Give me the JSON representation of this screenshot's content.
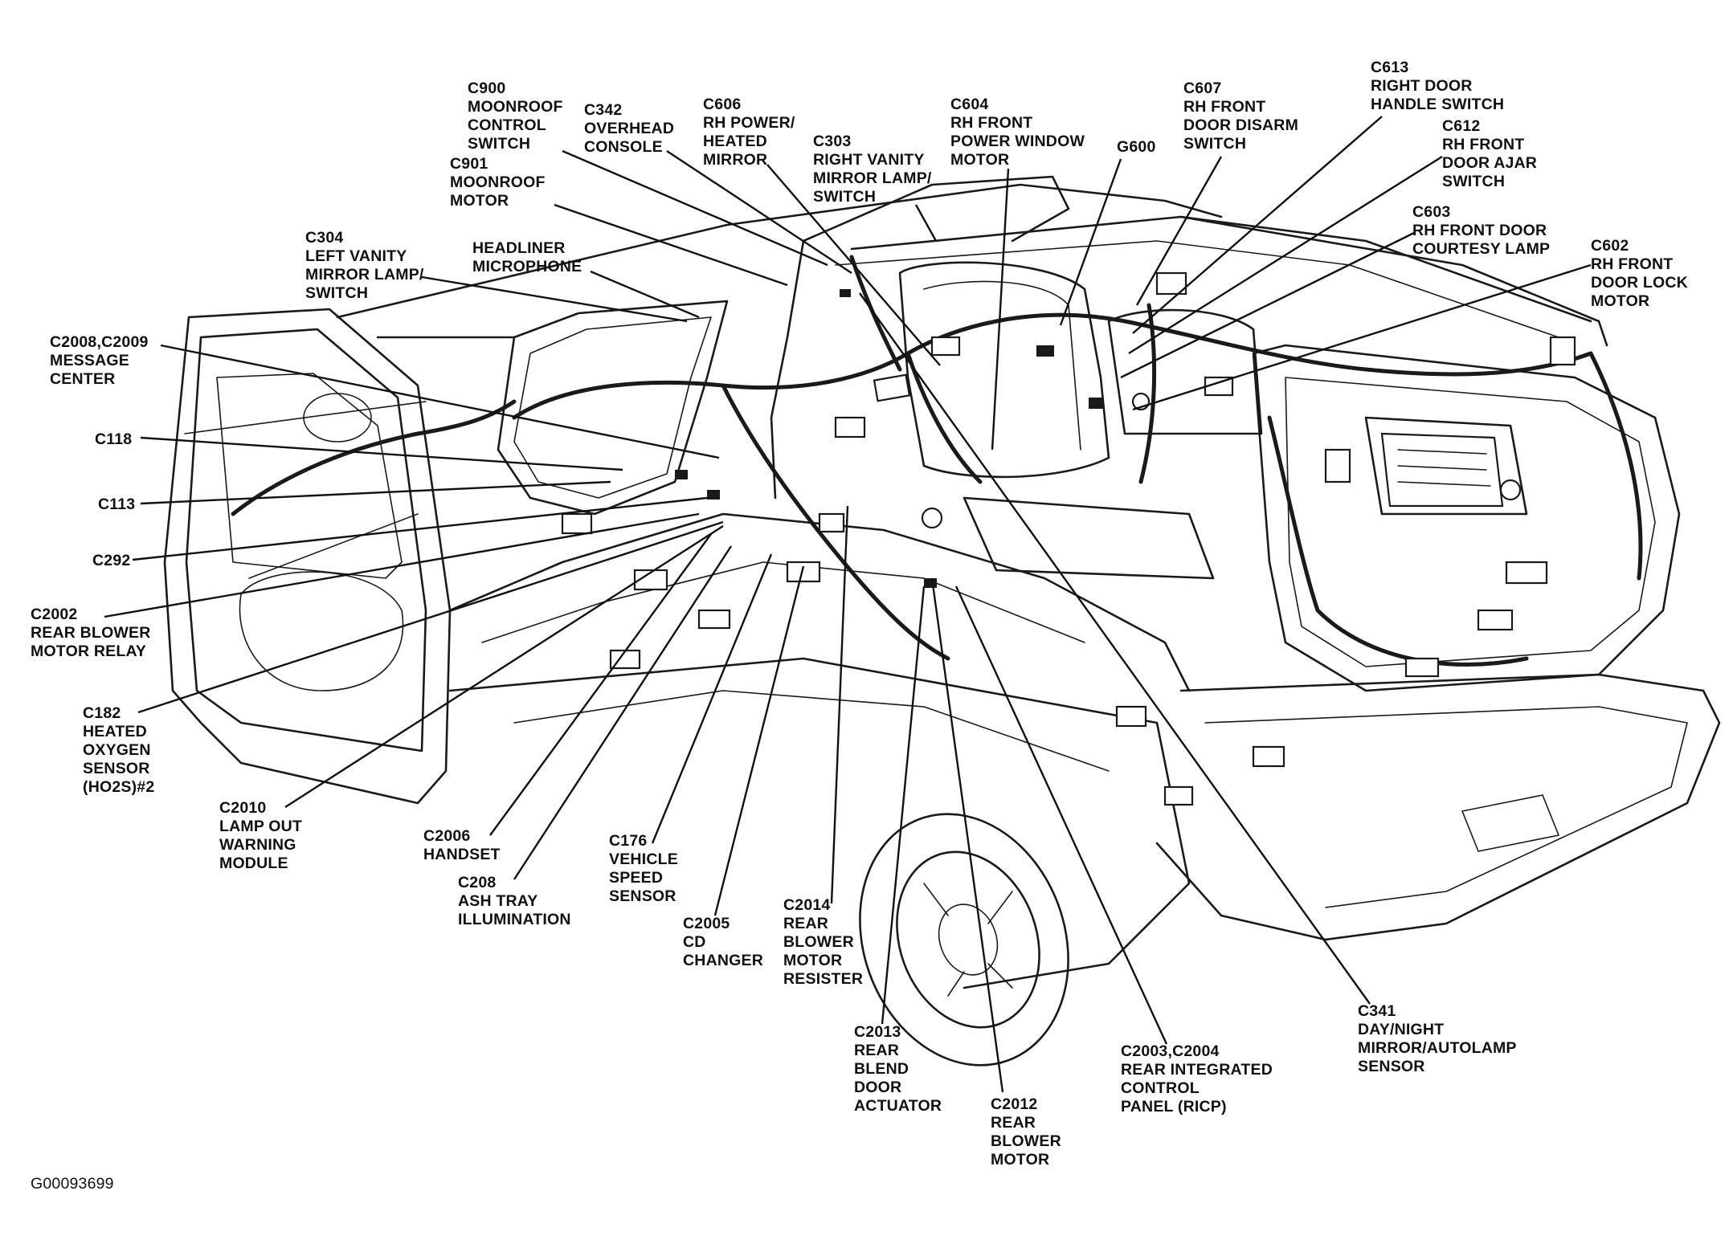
{
  "figure_id": "G00093699",
  "callouts": [
    {
      "id": "c900",
      "lines": [
        "C900",
        "MOONROOF",
        "CONTROL",
        "SWITCH"
      ]
    },
    {
      "id": "c342",
      "lines": [
        "C342",
        "OVERHEAD",
        "CONSOLE"
      ]
    },
    {
      "id": "c606",
      "lines": [
        "C606",
        "RH POWER/",
        "HEATED",
        "MIRROR"
      ]
    },
    {
      "id": "c303",
      "lines": [
        "C303",
        "RIGHT VANITY",
        "MIRROR LAMP/",
        "SWITCH"
      ]
    },
    {
      "id": "c604",
      "lines": [
        "C604",
        "RH FRONT",
        "POWER WINDOW",
        "MOTOR"
      ]
    },
    {
      "id": "g600",
      "lines": [
        "G600"
      ]
    },
    {
      "id": "c607",
      "lines": [
        "C607",
        "RH FRONT",
        "DOOR DISARM",
        "SWITCH"
      ]
    },
    {
      "id": "c613",
      "lines": [
        "C613",
        "RIGHT DOOR",
        "HANDLE SWITCH"
      ]
    },
    {
      "id": "c612",
      "lines": [
        "C612",
        "RH FRONT",
        "DOOR AJAR",
        "SWITCH"
      ]
    },
    {
      "id": "c603",
      "lines": [
        "C603",
        "RH FRONT DOOR",
        "COURTESY LAMP"
      ]
    },
    {
      "id": "c602",
      "lines": [
        "C602",
        "RH FRONT",
        "DOOR LOCK",
        "MOTOR"
      ]
    },
    {
      "id": "c901",
      "lines": [
        "C901",
        "MOONROOF",
        "MOTOR"
      ]
    },
    {
      "id": "c304",
      "lines": [
        "C304",
        "LEFT VANITY",
        "MIRROR LAMP/",
        "SWITCH"
      ]
    },
    {
      "id": "headliner",
      "lines": [
        "HEADLINER",
        "MICROPHONE"
      ]
    },
    {
      "id": "c2008",
      "lines": [
        "C2008,C2009",
        "MESSAGE",
        "CENTER"
      ]
    },
    {
      "id": "c118",
      "lines": [
        "C118"
      ]
    },
    {
      "id": "c113",
      "lines": [
        "C113"
      ]
    },
    {
      "id": "c292",
      "lines": [
        "C292"
      ]
    },
    {
      "id": "c2002",
      "lines": [
        "C2002",
        "REAR BLOWER",
        "MOTOR RELAY"
      ]
    },
    {
      "id": "c182",
      "lines": [
        "C182",
        "HEATED",
        "OXYGEN",
        "SENSOR",
        "(HO2S)#2"
      ]
    },
    {
      "id": "c2010",
      "lines": [
        "C2010",
        "LAMP OUT",
        "WARNING",
        "MODULE"
      ]
    },
    {
      "id": "c2006",
      "lines": [
        "C2006",
        "HANDSET"
      ]
    },
    {
      "id": "c208",
      "lines": [
        "C208",
        "ASH TRAY",
        "ILLUMINATION"
      ]
    },
    {
      "id": "c176",
      "lines": [
        "C176",
        "VEHICLE",
        "SPEED",
        "SENSOR"
      ]
    },
    {
      "id": "c2005",
      "lines": [
        "C2005",
        "CD",
        "CHANGER"
      ]
    },
    {
      "id": "c2014",
      "lines": [
        "C2014",
        "REAR",
        "BLOWER",
        "MOTOR",
        "RESISTER"
      ]
    },
    {
      "id": "c2013",
      "lines": [
        "C2013",
        "REAR",
        "BLEND",
        "DOOR",
        "ACTUATOR"
      ]
    },
    {
      "id": "c2012",
      "lines": [
        "C2012",
        "REAR",
        "BLOWER",
        "MOTOR"
      ]
    },
    {
      "id": "c2003",
      "lines": [
        "C2003,C2004",
        "REAR INTEGRATED",
        "CONTROL",
        "PANEL (RICP)"
      ]
    },
    {
      "id": "c341",
      "lines": [
        "C341",
        "DAY/NIGHT",
        "MIRROR/AUTOLAMP",
        "SENSOR"
      ]
    }
  ]
}
